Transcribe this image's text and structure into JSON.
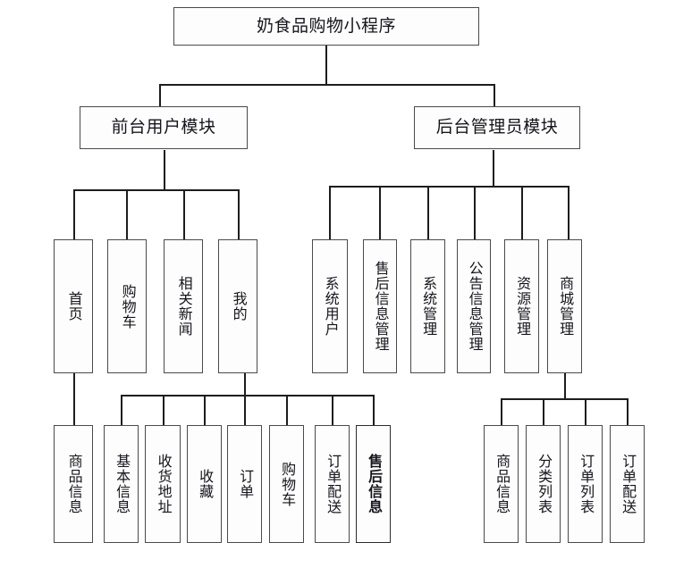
{
  "diagram": {
    "type": "tree",
    "title": "奶食品购物小程序",
    "orientation": "top-down",
    "levels": 4,
    "root": {
      "label": "奶食品购物小程序"
    },
    "level2": [
      {
        "label": "前台用户模块"
      },
      {
        "label": "后台管理员模块"
      }
    ],
    "frontend_modules": [
      {
        "label": "首页"
      },
      {
        "label": "购物车"
      },
      {
        "label": "相关新闻"
      },
      {
        "label": "我的"
      }
    ],
    "admin_modules": [
      {
        "label": "系统用户"
      },
      {
        "label": "售后信息管理"
      },
      {
        "label": "系统管理"
      },
      {
        "label": "公告信息管理"
      },
      {
        "label": "资源管理"
      },
      {
        "label": "商城管理"
      }
    ],
    "home_children": [
      {
        "label": "商品信息"
      }
    ],
    "mine_children": [
      {
        "label": "基本信息"
      },
      {
        "label": "收货地址"
      },
      {
        "label": "收藏"
      },
      {
        "label": "订单"
      },
      {
        "label": "购物车"
      },
      {
        "label": "订单配送"
      },
      {
        "label": "售后信息",
        "emphasis": "bold"
      }
    ],
    "mall_children": [
      {
        "label": "商品信息"
      },
      {
        "label": "分类列表"
      },
      {
        "label": "订单列表"
      },
      {
        "label": "订单配送"
      }
    ],
    "colors": {
      "background": "#ffffff",
      "box_fill": "#fdfdfd",
      "box_border": "#4a4a4a",
      "connector": "#1d1d1d",
      "text": "#15151c"
    }
  }
}
